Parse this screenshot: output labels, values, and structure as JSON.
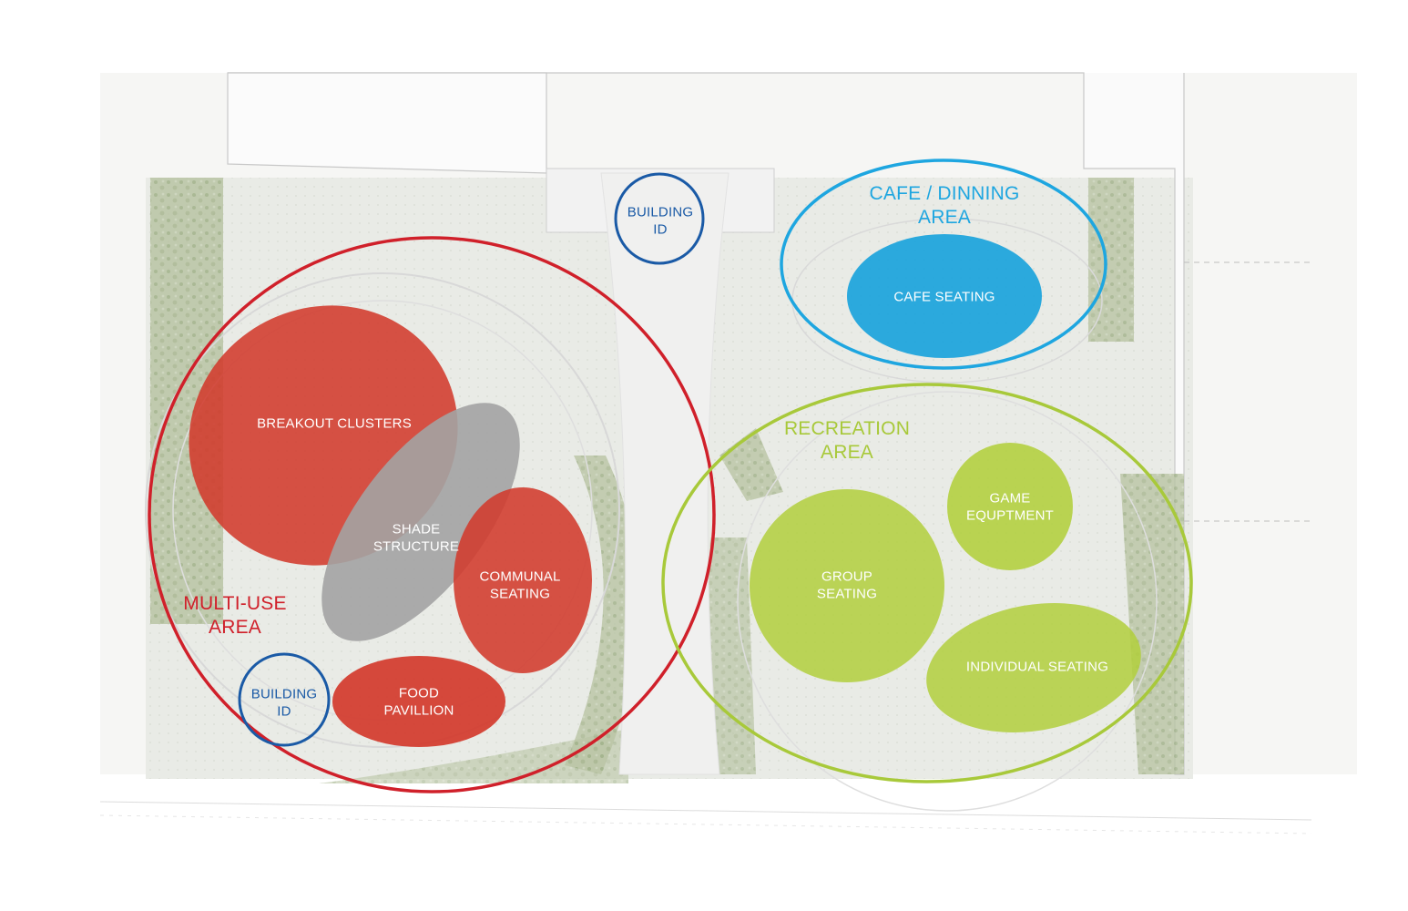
{
  "colors": {
    "multi_use": "#d0202a",
    "cafe": "#1ea6e0",
    "recreation": "#a8c93a",
    "building_id": "#1a5aa6",
    "red_fill": "#d23a2c",
    "gray_fill": "#a3a3a3",
    "cafe_fill": "#1aa3dc",
    "green_fill": "#b2cf3c"
  },
  "zones": {
    "multi_use": {
      "label": "MULTI-USE\nAREA"
    },
    "cafe": {
      "label": "CAFE / DINNING\nAREA"
    },
    "recreation": {
      "label": "RECREATION\nAREA"
    }
  },
  "building_ids": [
    {
      "label": "BUILDING\nID"
    },
    {
      "label": "BUILDING\nID"
    }
  ],
  "subzones": {
    "breakout": "BREAKOUT CLUSTERS",
    "shade": "SHADE\nSTRUCTURE",
    "communal": "COMMUNAL\nSEATING",
    "food": "FOOD\nPAVILLION",
    "cafe_seating": "CAFE SEATING",
    "game": "GAME\nEQUPTMENT",
    "group": "GROUP\nSEATING",
    "individual": "INDIVIDUAL SEATING"
  }
}
